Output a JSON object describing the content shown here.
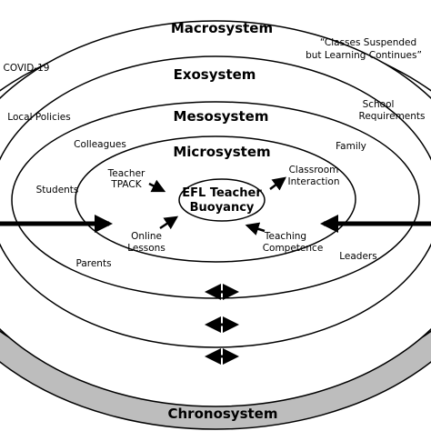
{
  "systems": {
    "macro": "Macrosystem",
    "exo": "Exosystem",
    "meso": "Mesosystem",
    "micro": "Microsystem",
    "chrono": "Chronosystem"
  },
  "core": {
    "line1": "EFL Teacher",
    "line2": "Buoyancy"
  },
  "micro_items": {
    "teacher_tpack_1": "Teacher",
    "teacher_tpack_2": "TPACK",
    "classroom_1": "Classroom",
    "classroom_2": "Interaction",
    "online_1": "Online",
    "online_2": "Lessons",
    "teaching_1": "Teaching",
    "teaching_2": "Competence"
  },
  "meso_items": {
    "colleagues": "Colleagues",
    "family": "Family",
    "students": "Students",
    "parents": "Parents",
    "leaders": "Leaders"
  },
  "exo_items": {
    "local_policies": "Local Policies",
    "school_req_1": "School",
    "school_req_2": "Requirements"
  },
  "macro_items": {
    "covid": "COVID-19",
    "quote_1": "“Classes Suspended",
    "quote_2": "but Learning Continues”"
  }
}
